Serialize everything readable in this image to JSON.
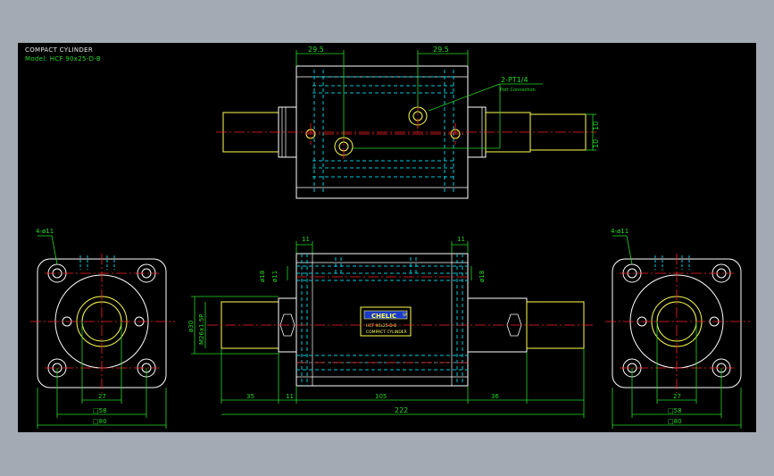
{
  "header": {
    "title": "COMPACT CYLINDER",
    "model": "Model: HCF 90x25-D-B"
  },
  "dims": {
    "top_left": "29.5",
    "top_right": "29.5",
    "port": "2-PT1/4",
    "port_sub": "Port Connection",
    "right_a": "10",
    "right_b": "10",
    "hole_left": "4-ø11",
    "hole_right": "4-ø11",
    "len_11a": "11",
    "len_11b": "11",
    "bore_18a": "ø18",
    "bore_11": "ø11",
    "bore_18b": "ø18",
    "shaft_30": "ø30",
    "thread": "M26x1.5P",
    "seg_35": "35",
    "seg_11": "11",
    "seg_105": "105",
    "seg_36": "36",
    "total": "222",
    "side_27a": "27",
    "side_58a": "□58",
    "side_80a": "□80",
    "side_27b": "27",
    "side_58b": "□58",
    "side_80b": "□80"
  },
  "label": {
    "brand": "CHELIC",
    "brand_sub": "SP",
    "line1": "HCF 90x25-D-B",
    "line2": "COMPACT CYLINDER"
  },
  "colors": {
    "background": "#000000",
    "outline": "#ffffff",
    "hidden": "#00c8d8",
    "center": "#ff2020",
    "dimension": "#27d827",
    "part": "#ffff50"
  }
}
